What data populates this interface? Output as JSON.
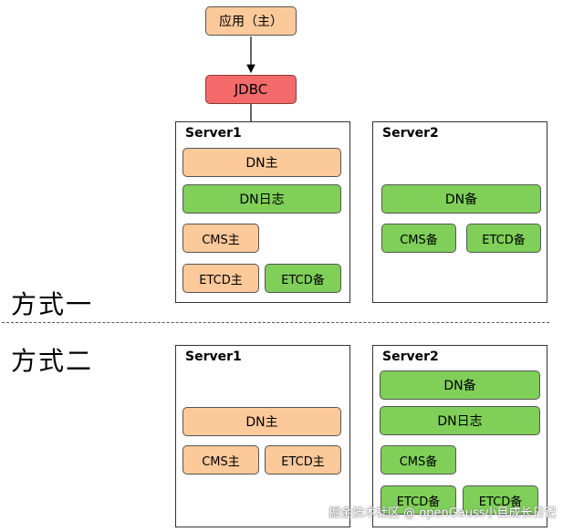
{
  "top": {
    "app_label": "应用（主）",
    "jdbc_label": "JDBC"
  },
  "method1": {
    "title": "方式一",
    "server1": {
      "label": "Server1",
      "dn_primary": "DN主",
      "dn_log": "DN日志",
      "cms_primary": "CMS主",
      "etcd_primary": "ETCD主",
      "etcd_standby": "ETCD备"
    },
    "server2": {
      "label": "Server2",
      "dn_standby": "DN备",
      "cms_standby": "CMS备",
      "etcd_standby": "ETCD备"
    }
  },
  "method2": {
    "title": "方式二",
    "server1": {
      "label": "Server1",
      "dn_primary": "DN主",
      "cms_primary": "CMS主",
      "etcd_primary": "ETCD主"
    },
    "server2": {
      "label": "Server2",
      "dn_standby": "DN备",
      "dn_log": "DN日志",
      "cms_standby": "CMS备",
      "etcd_standby_1": "ETCD备",
      "etcd_standby_2": "ETCD备"
    }
  },
  "watermark": "掘金技术社区 @ openGauss小目成长日记",
  "colors": {
    "primary_node": "#fbc99a",
    "standby_node": "#7fcf59",
    "jdbc_node": "#f46a6a"
  }
}
